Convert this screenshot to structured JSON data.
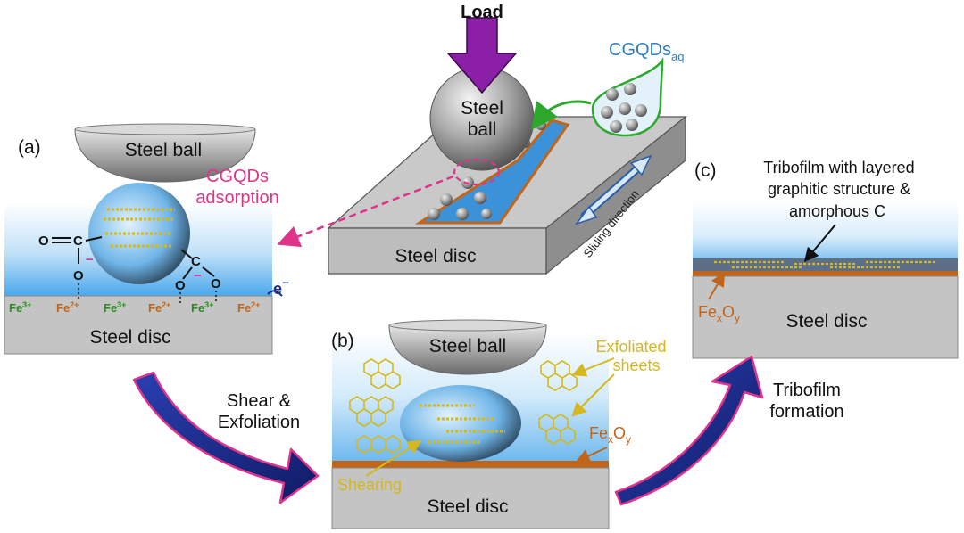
{
  "top": {
    "load_label": "Load",
    "ball_label_1": "Steel",
    "ball_label_2": "ball",
    "cgqds_main": "CGQDs",
    "cgqds_sub": "aq",
    "disc_label": "Steel disc",
    "sliding_label": "Sliding direction"
  },
  "panel_a": {
    "letter": "(a)",
    "ball_label": "Steel ball",
    "adsorption_line1": "CGQDs",
    "adsorption_line2": "adsorption",
    "disc_label": "Steel disc",
    "electron": "e",
    "electron_sup": "−",
    "ions": [
      {
        "base": "Fe",
        "sup": "3+",
        "color": "#2e8b22"
      },
      {
        "base": "Fe",
        "sup": "2+",
        "color": "#c0651a"
      },
      {
        "base": "Fe",
        "sup": "3+",
        "color": "#2e8b22"
      },
      {
        "base": "Fe",
        "sup": "2+",
        "color": "#c0651a"
      },
      {
        "base": "Fe",
        "sup": "3+",
        "color": "#2e8b22"
      },
      {
        "base": "Fe",
        "sup": "2+",
        "color": "#c0651a"
      }
    ],
    "chem": {
      "o": "O",
      "c": "C",
      "minus": "−"
    }
  },
  "panel_b": {
    "letter": "(b)",
    "ball_label": "Steel ball",
    "exfoliated_line1": "Exfoliated",
    "exfoliated_line2": "sheets",
    "shearing": "Shearing",
    "oxide": {
      "base": "Fe",
      "sub1": "x",
      "mid": "O",
      "sub2": "y"
    },
    "disc_label": "Steel disc"
  },
  "panel_c": {
    "letter": "(c)",
    "title_line1": "Tribofilm with layered",
    "title_line2": "graphitic structure &",
    "title_line3": "amorphous C",
    "oxide": {
      "base": "Fe",
      "sub1": "x",
      "mid": "O",
      "sub2": "y"
    },
    "disc_label": "Steel disc"
  },
  "arrows": {
    "shear_line1": "Shear &",
    "shear_line2": "Exfoliation",
    "tribo_line1": "Tribofilm",
    "tribo_line2": "formation"
  },
  "colors": {
    "purple_arrow": "#8b1fa8",
    "magenta": "#e0338a",
    "orange": "#c0651a",
    "green": "#2e8b22",
    "yellow": "#d4b81c",
    "blue_arrow": "#1b2e8f",
    "water_blue": "#2f8fd8"
  }
}
